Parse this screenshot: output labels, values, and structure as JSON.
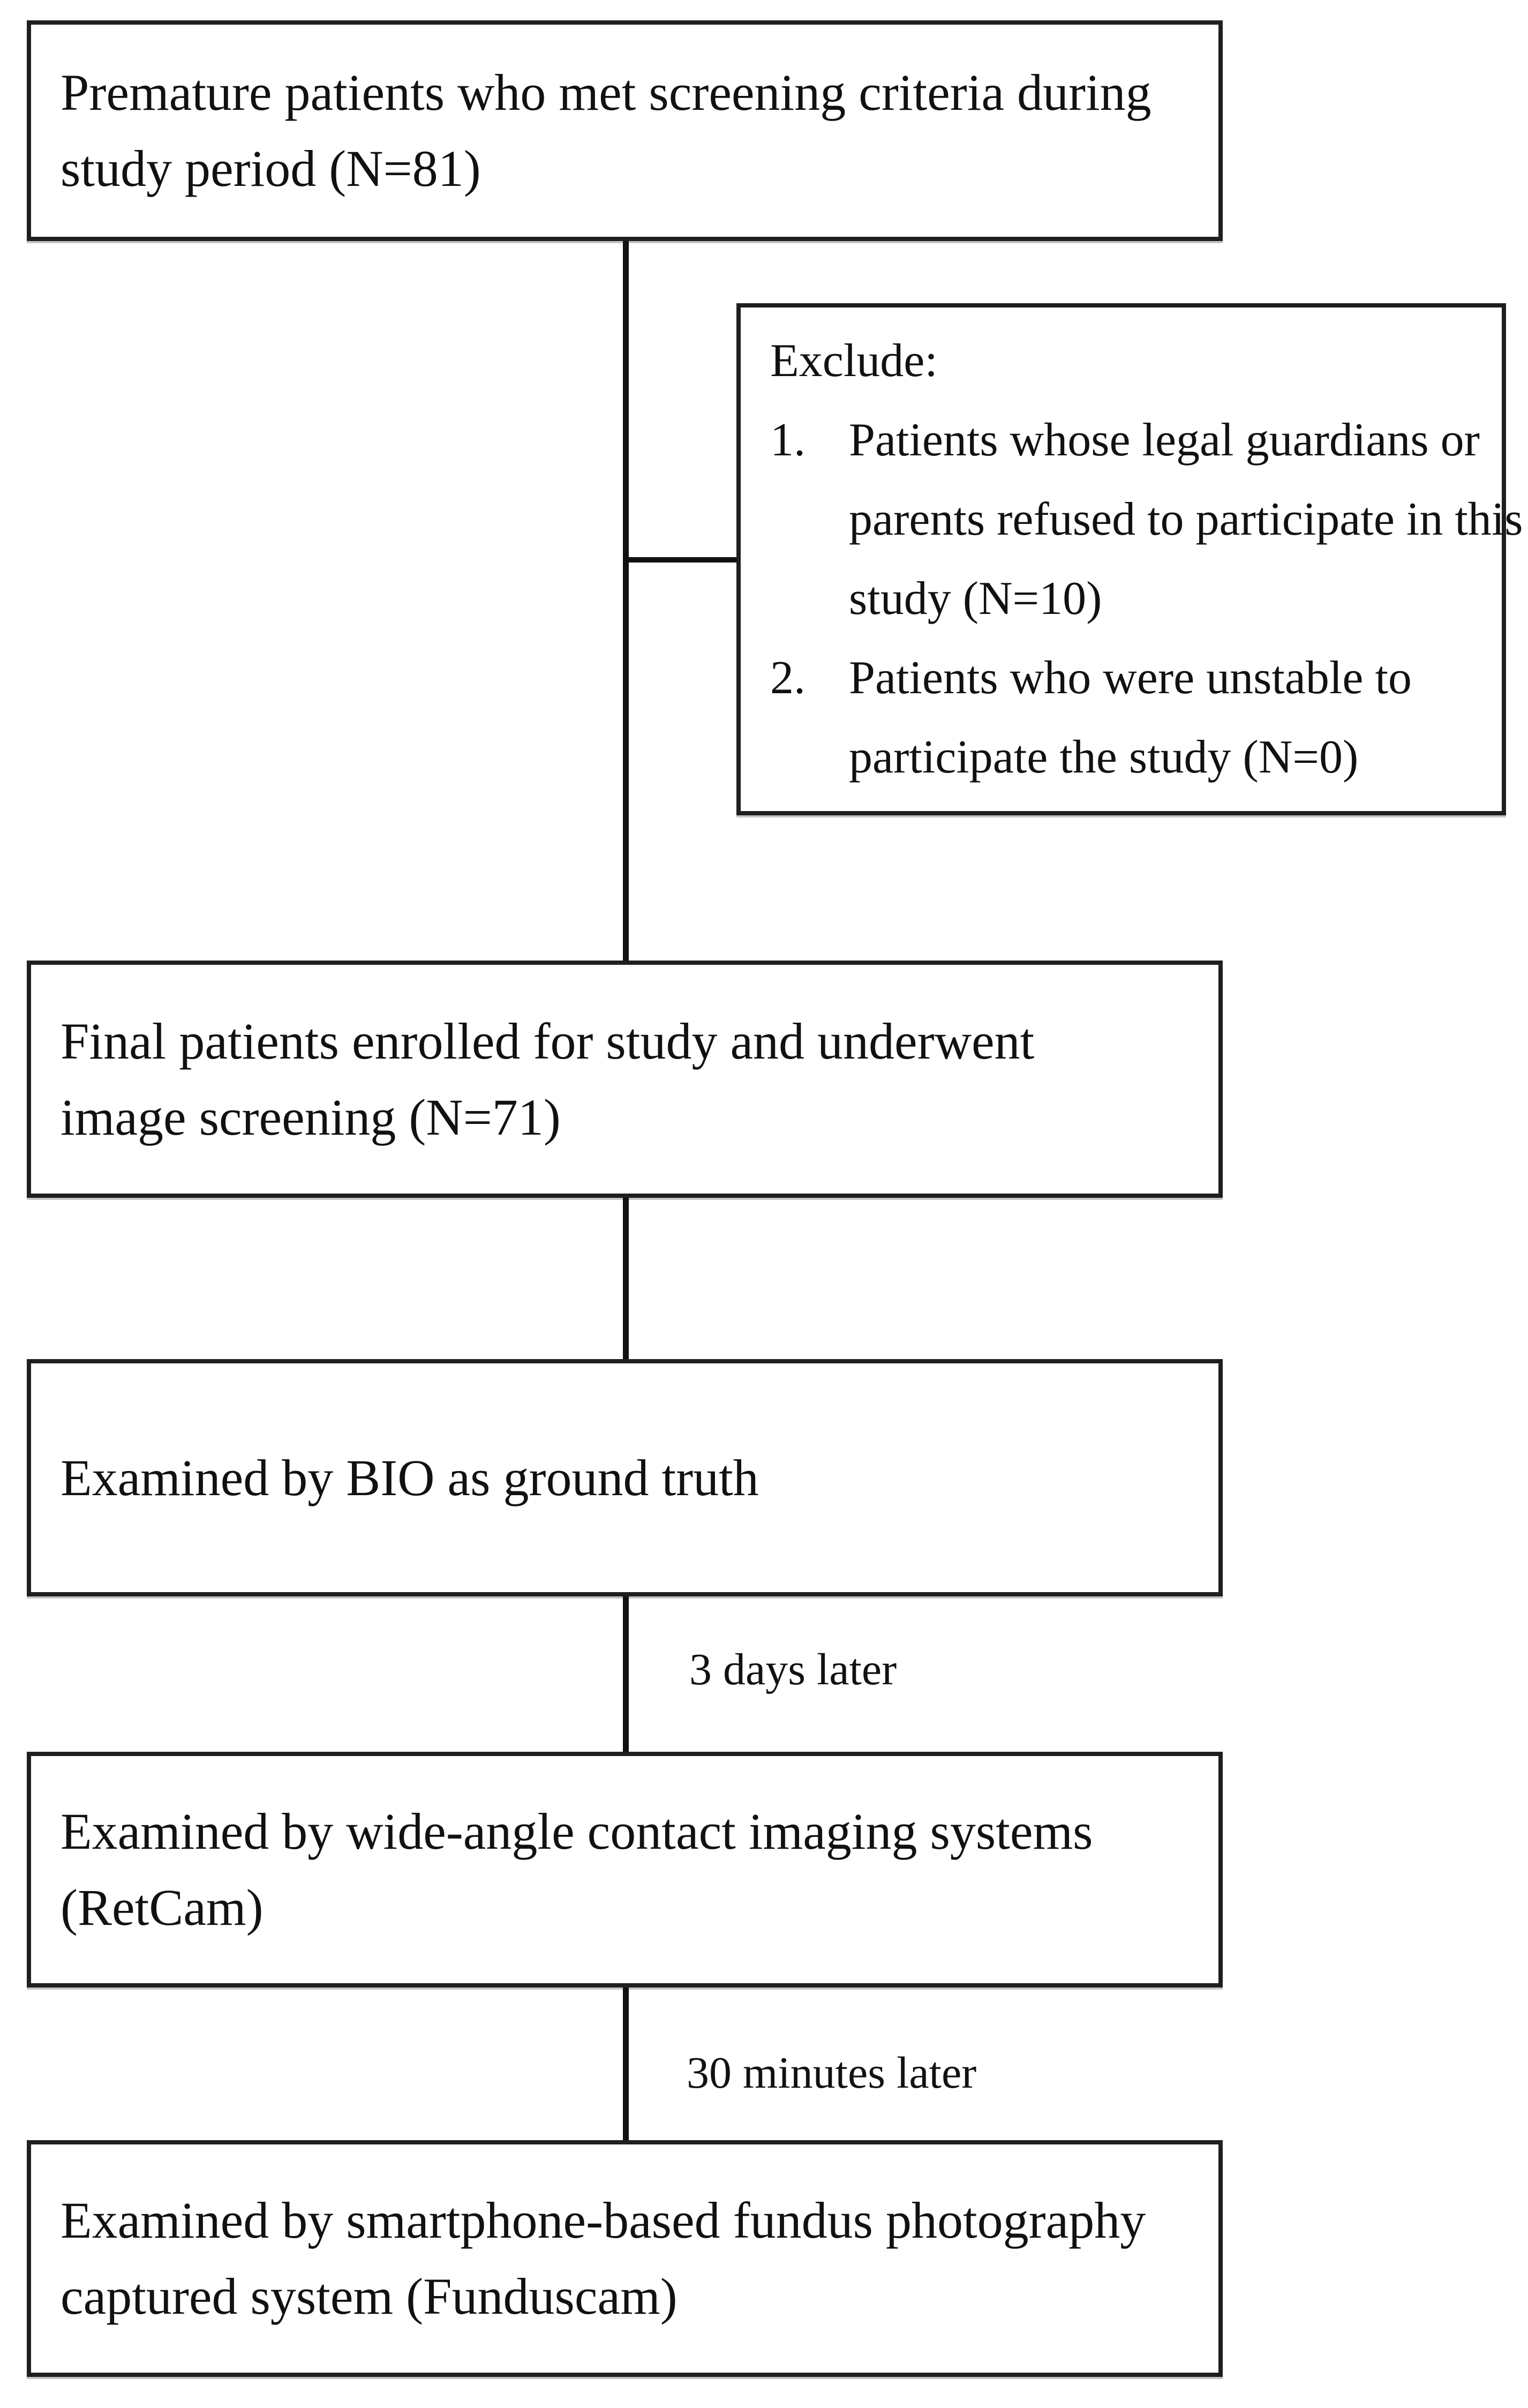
{
  "diagram": {
    "colors": {
      "background": "#ffffff",
      "border": "#1f1f1f",
      "line": "#111111",
      "text": "#111111"
    },
    "box_premature": {
      "lines": [
        "Premature patients who met screening criteria during",
        "study period (N=81)"
      ]
    },
    "box_exclude": {
      "title": "Exclude:",
      "items": [
        {
          "num": "1.",
          "lines": [
            "Patients whose legal guardians or",
            "parents refused to participate in this",
            "study (N=10)"
          ]
        },
        {
          "num": "2.",
          "lines": [
            "Patients who were unstable to",
            "participate the study (N=0)"
          ]
        }
      ]
    },
    "box_final": {
      "lines": [
        "Final patients enrolled for study and underwent",
        "image screening (N=71)"
      ]
    },
    "box_bio": {
      "lines": [
        "Examined by BIO as ground truth"
      ]
    },
    "label_3days": "3 days later",
    "box_retcam": {
      "lines": [
        "Examined by wide-angle contact imaging systems",
        "(RetCam)"
      ]
    },
    "label_30min": "30 minutes later",
    "box_funduscam": {
      "lines": [
        "Examined by smartphone-based fundus photography",
        "captured system (Funduscam)"
      ]
    }
  }
}
